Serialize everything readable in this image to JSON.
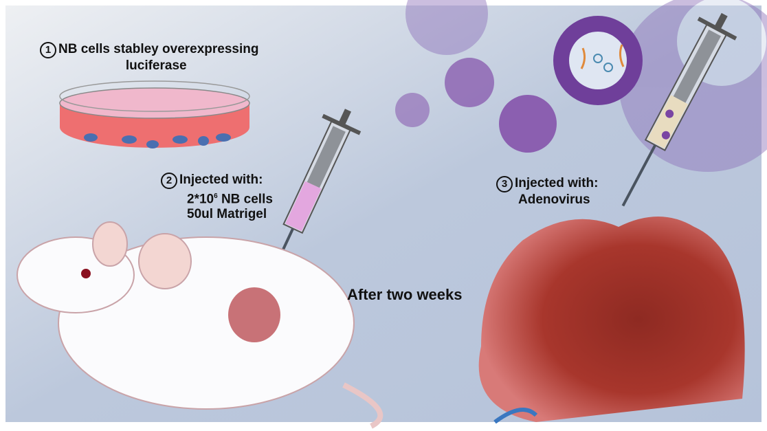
{
  "steps": [
    {
      "number": "1",
      "title": "NB cells stabley overexpressing",
      "title2": "luciferase"
    },
    {
      "number": "2",
      "title": "Injected with:",
      "line1": "2*10",
      "line1_sup": "6",
      "line1_rest": " NB cells",
      "line2": "50ul Matrigel"
    },
    {
      "number": "3",
      "title": "Injected with:",
      "line1": "Adenovirus"
    }
  ],
  "transition": "After two weeks",
  "colors": {
    "background": "#c2cde0",
    "virus": "#8b5fb0",
    "tumor": "#a8322a",
    "matrigel": "#d9a4d8"
  }
}
